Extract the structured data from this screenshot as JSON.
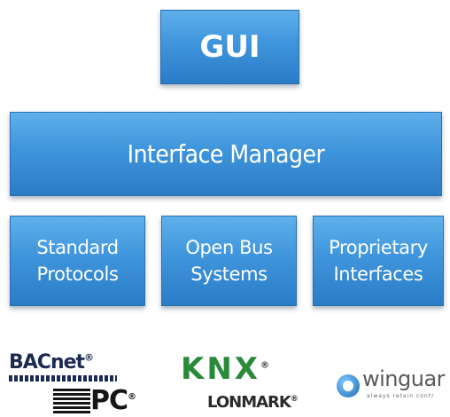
{
  "diagram": {
    "top": {
      "label": "GUI"
    },
    "middle": {
      "label": "Interface Manager"
    },
    "subsystems": [
      {
        "label": "Standard\nProtocols"
      },
      {
        "label": "Open Bus\nSystems"
      },
      {
        "label": "Proprietary\nInterfaces"
      }
    ]
  },
  "logos": {
    "bacnet": "BACnet",
    "opc": "PC",
    "knx": "KNX",
    "lonmark": "LONMARK",
    "winguard": "winguar",
    "winguard_tagline": "always retain contr"
  },
  "colors": {
    "box_top": "#5fb0ea",
    "box_bottom": "#2a7cc6",
    "text": "#ffffff"
  }
}
